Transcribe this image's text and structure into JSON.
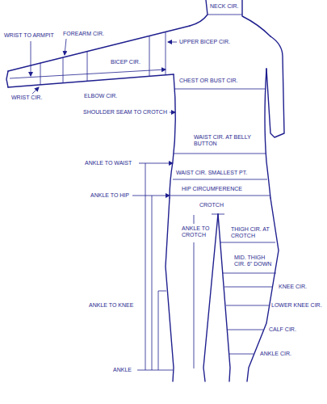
{
  "diagram": {
    "labels": [
      "NECK CIR.",
      "WRIST TO ARMPIT",
      "FOREARM CIR.",
      "UPPER BICEP CIR.",
      "BICEP CIR.",
      "WRIST CIR.",
      "ELBOW CIR.",
      "CHEST OR BUST CIR.",
      "SHOULDER SEAM TO CROTCH",
      "WAIST CIR. AT BELLY BUTTON",
      "ANKLE TO WAIST",
      "WAIST CIR. SMALLEST PT.",
      "HIP CIRCUMFERENCE",
      "ANKLE TO HIP",
      "CROTCH",
      "ANKLE TO CROTCH",
      "THIGH CIR. AT CROTCH",
      "MID. THIGH CIR. 6\" DOWN",
      "KNEE CIR.",
      "LOWER KNEE CIR.",
      "ANKLE TO KNEE",
      "CALF CIR.",
      "ANKLE CIR.",
      "ANKLE"
    ]
  }
}
